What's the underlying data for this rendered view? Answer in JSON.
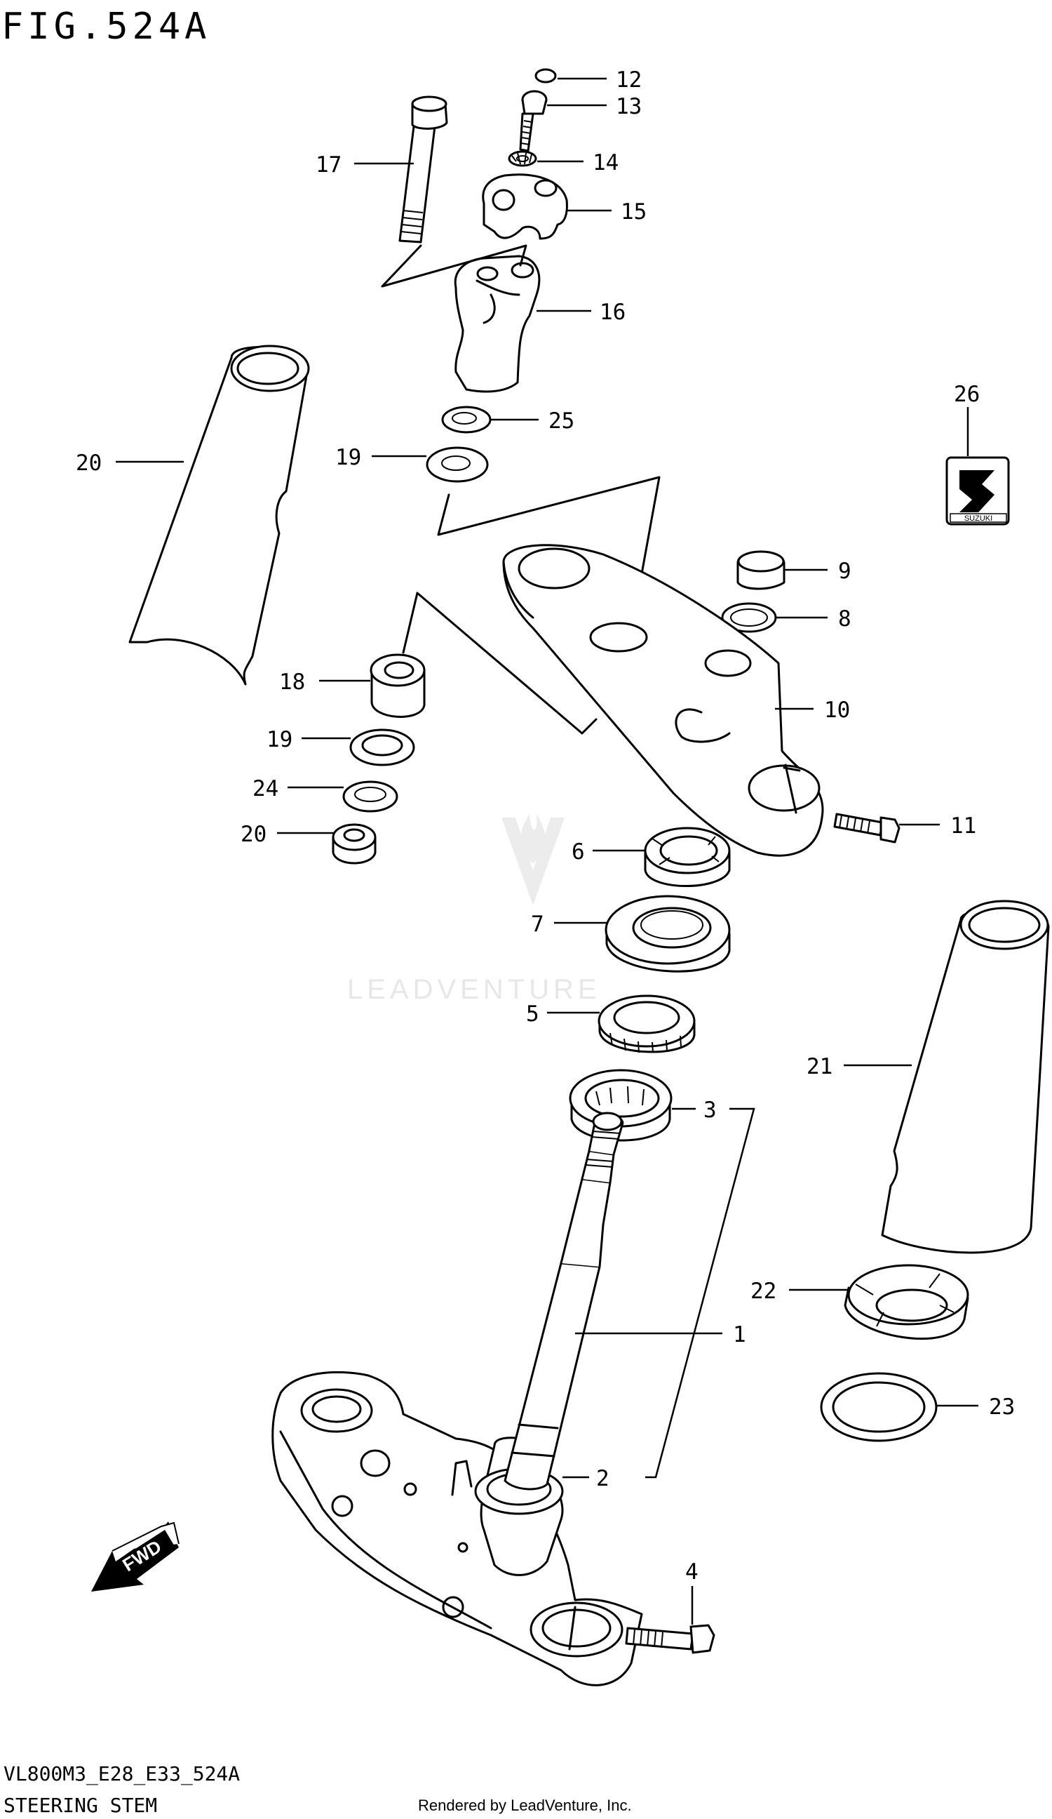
{
  "header": {
    "figure_title": "FIG.524A"
  },
  "footer": {
    "diagram_code": "VL800M3_E28_E33_524A",
    "section_name": "STEERING STEM",
    "credit": "Rendered by LeadVenture, Inc."
  },
  "watermark": {
    "text": "LEADVENTURE"
  },
  "callouts": [
    "1",
    "2",
    "3",
    "4",
    "5",
    "6",
    "7",
    "8",
    "9",
    "10",
    "11",
    "12",
    "13",
    "14",
    "15",
    "16",
    "17",
    "18",
    "19",
    "19",
    "20",
    "20",
    "21",
    "22",
    "23",
    "24",
    "25",
    "26"
  ],
  "badge": {
    "text": "SUZUKI",
    "icon": "suzuki-s-logo-icon"
  },
  "direction_arrow": {
    "text": "FWD",
    "icon": "arrow-left-down-icon"
  }
}
